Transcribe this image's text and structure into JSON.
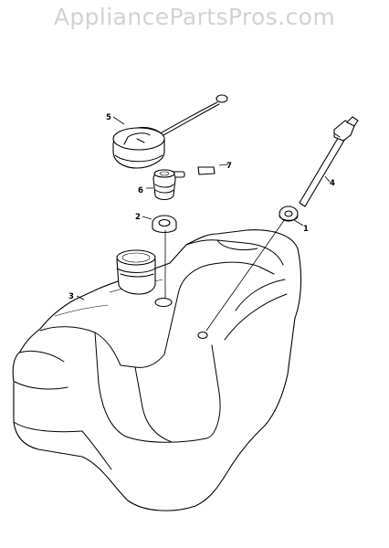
{
  "watermark": "AppliancePartsPros.com",
  "callouts": {
    "p1": "1",
    "p2": "2",
    "p3": "3",
    "p4": "4",
    "p5": "5",
    "p6": "6",
    "p7": "7"
  }
}
